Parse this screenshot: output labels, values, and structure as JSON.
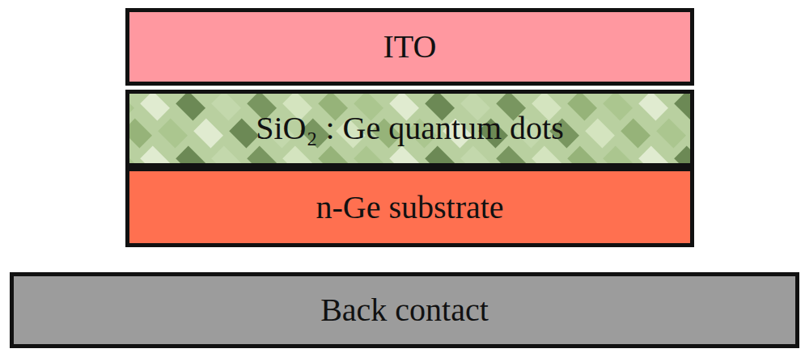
{
  "diagram": {
    "nodes": [
      {
        "text": [
          "ITO"
        ]
      },
      {
        "text": [
          "SiO₂ : Ge quantum dots"
        ]
      },
      {
        "text": [
          "n-Ge substrate"
        ]
      },
      {
        "text": [
          "Back contact"
        ]
      }
    ]
  }
}
